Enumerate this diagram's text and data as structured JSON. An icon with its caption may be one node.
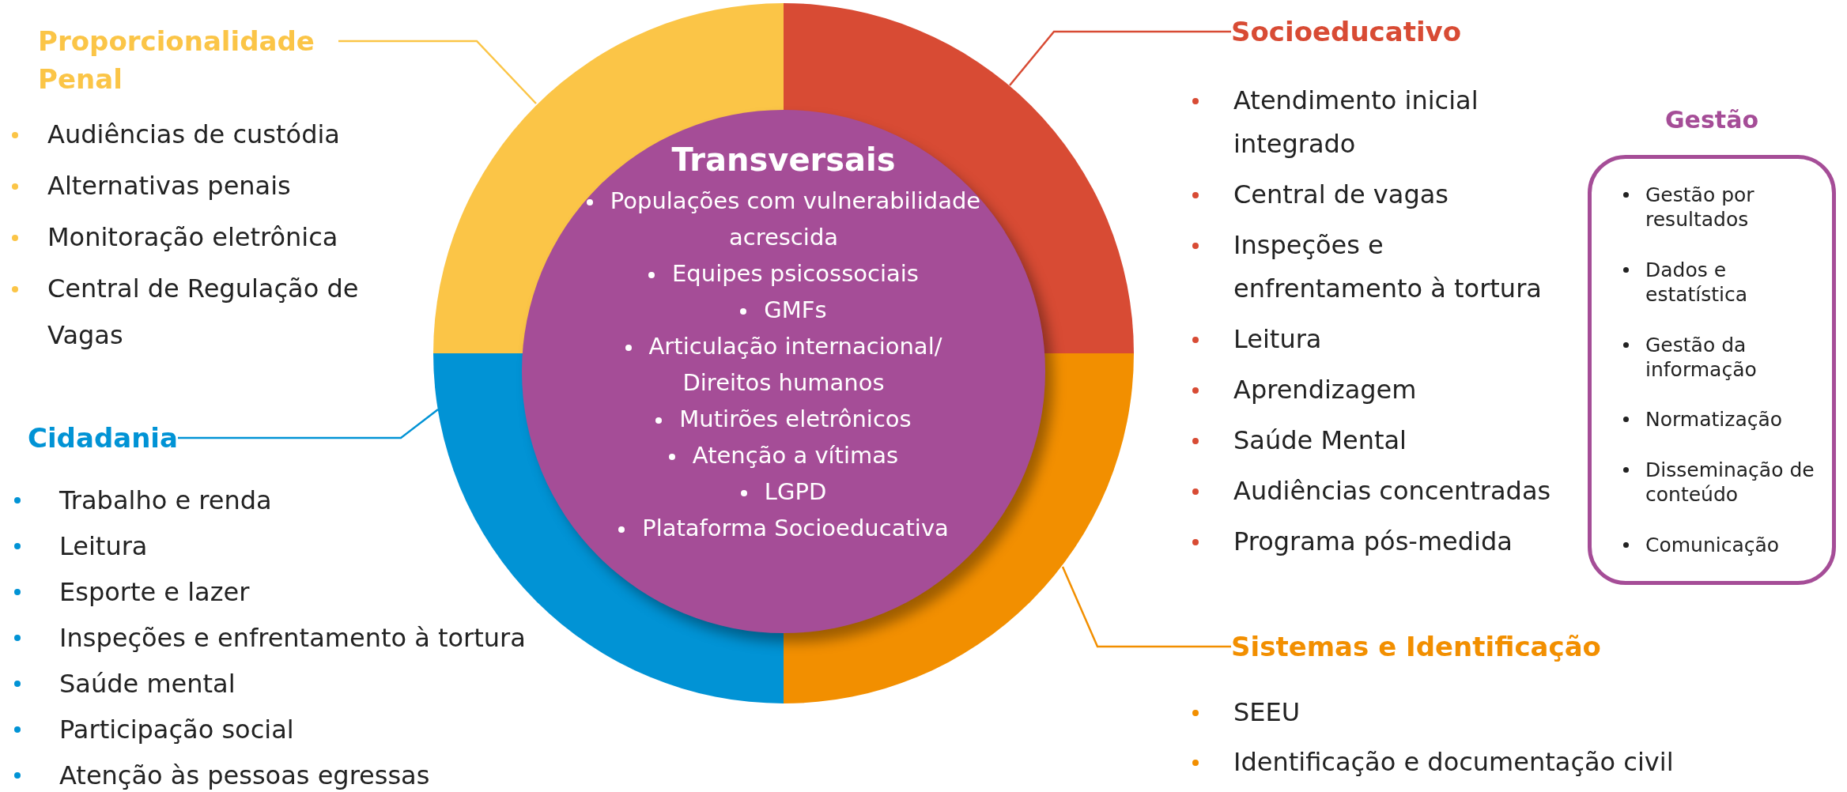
{
  "diagram": {
    "nodes": [
      {
        "text": [],
        "shape": "circle"
      },
      {
        "in": 0,
        "text": [
          "Transversais",
          "Populações com vulnerabilidade acrescida",
          "Equipes psicossociais",
          "GMFs",
          "Articulação internacional/ Direitos humanos",
          "Mutirões eletrônicos",
          "Atenção a vítimas",
          "LGPD",
          "Plataforma Socioeducativa"
        ]
      },
      {
        "text": [
          "Proporcionalidade Penal"
        ],
        "beside": [
          "Audiências de custódia",
          "Alternativas penais",
          "Monitoração eletrônica",
          "Central de Regulação de Vagas"
        ]
      },
      {
        "text": [
          "Socioeducativo"
        ],
        "beside": [
          "Atendimento inicial integrado",
          "Central de vagas",
          "Inspeções e enfrentamento à tortura",
          "Leitura",
          "Aprendizagem",
          "Saúde Mental",
          "Audiências concentradas",
          "Programa pós-medida"
        ]
      },
      {
        "text": [
          "Cidadania"
        ]
      },
      {
        "text": [
          "Sistemas e Identificação"
        ],
        "beside": [
          "SEEU",
          "Identificação e documentação civil"
        ]
      },
      {
        "text": [
          "Gestão",
          "Gestão por resultados",
          "Dados e estatística",
          "Gestão da informação",
          "Normatização",
          "Disseminação de conteúdo",
          "Comunicação"
        ]
      }
    ],
    "edges": [
      {
        "from": 2,
        "to": 0,
        "arrow": "none",
        "color": "#fbc547"
      },
      {
        "from": 3,
        "to": 0,
        "arrow": "none",
        "color": "#d84b34"
      },
      {
        "from": 4,
        "to": 0,
        "arrow": "none",
        "color": "#0193d5"
      },
      {
        "from": 5,
        "to": 0,
        "arrow": "none",
        "color": "#f28f00"
      }
    ],
    "labels": [
      "Trabalho e renda",
      "Leitura",
      "Esporte e lazer",
      "Inspeções e enfrentamento à tortura",
      "Saúde mental",
      "Participação social",
      "Atenção às pessoas egressas"
    ]
  }
}
